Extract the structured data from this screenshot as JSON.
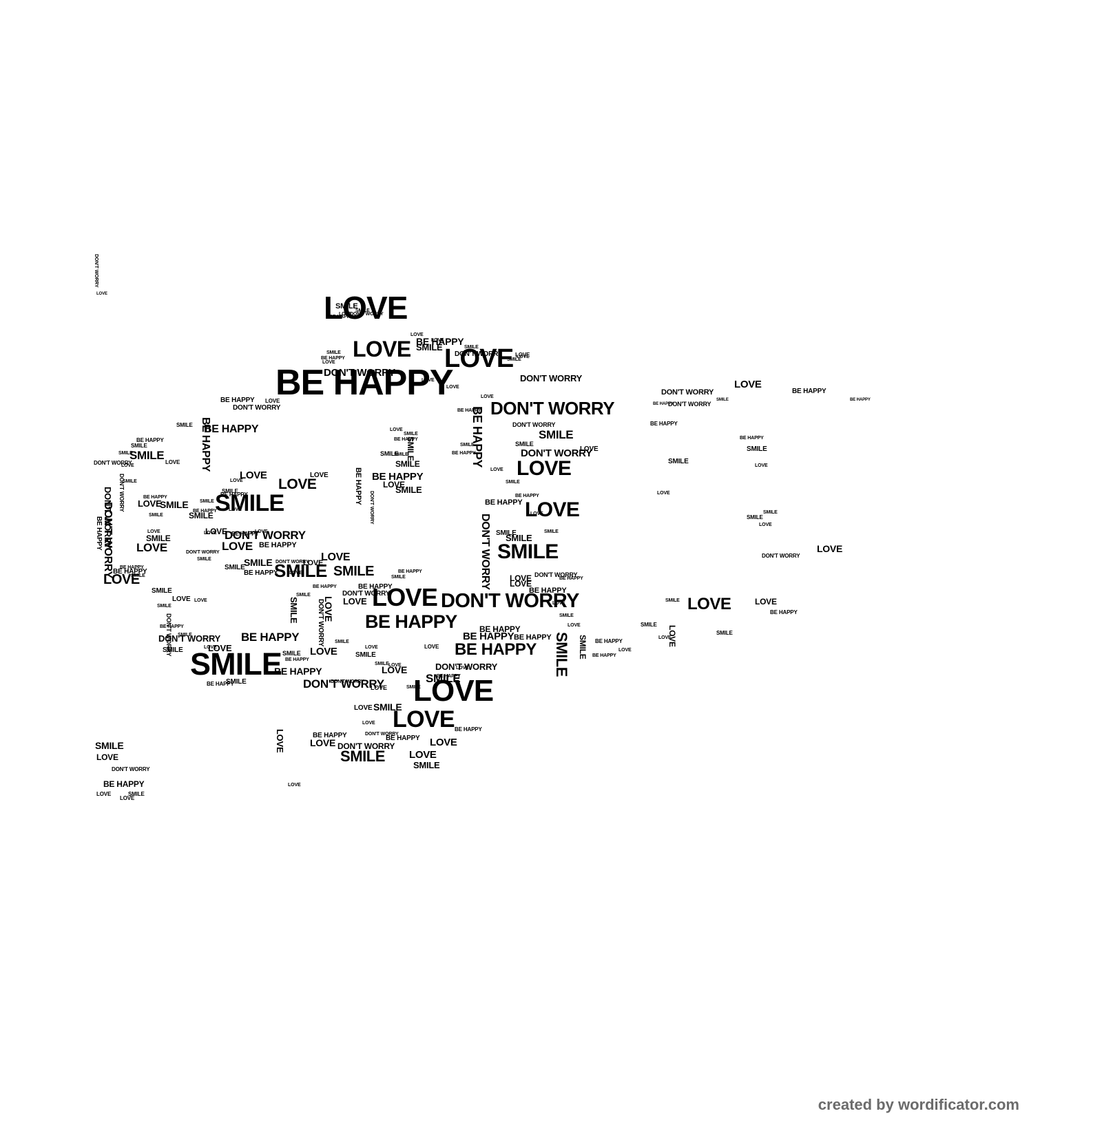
{
  "words": [
    "LOVE",
    "BE HAPPY",
    "DON'T WORRY",
    "SMILE"
  ],
  "credit": "created by wordificator.com",
  "colors": {
    "text": "#000000",
    "background": "#ffffff",
    "credit": "#6b6b6b"
  }
}
